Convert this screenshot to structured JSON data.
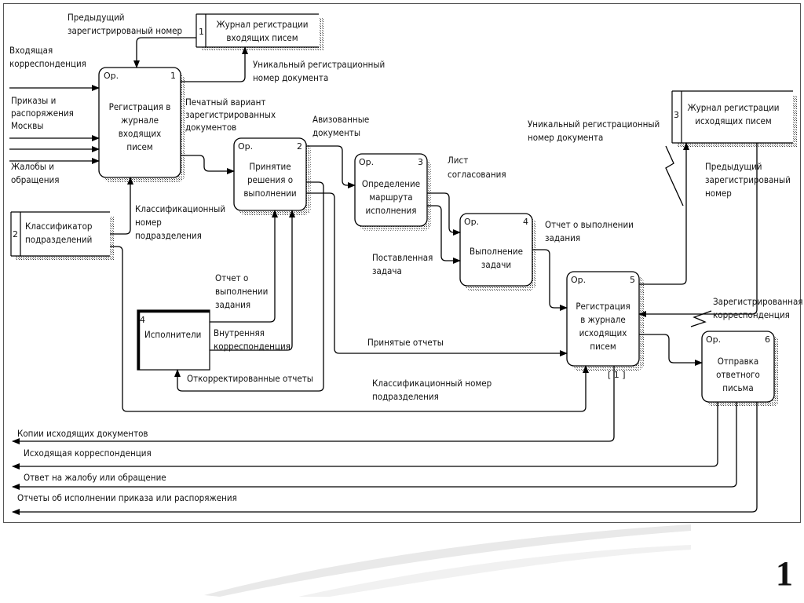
{
  "slide_number": "1",
  "processes": {
    "p1": {
      "label": "Ор.",
      "num": "1",
      "text": [
        "Регистрация в",
        "журнале",
        "входящих",
        "писем"
      ]
    },
    "p2": {
      "label": "Ор.",
      "num": "2",
      "text": [
        "Принятие",
        "решения о",
        "выполнении"
      ]
    },
    "p3": {
      "label": "Ор.",
      "num": "3",
      "text": [
        "Определение",
        "маршрута",
        "исполнения"
      ]
    },
    "p4": {
      "label": "Ор.",
      "num": "4",
      "text": [
        "Выполнение",
        "задачи"
      ]
    },
    "p5": {
      "label": "Ор.",
      "num": "5",
      "text": [
        "Регистрация",
        "в журнале",
        "исходящих",
        "писем"
      ],
      "mark": "[ 1 ]"
    },
    "p6": {
      "label": "Ор.",
      "num": "6",
      "text": [
        "Отправка",
        "ответного",
        "письма"
      ]
    }
  },
  "stores": {
    "s1": {
      "num": "1",
      "text": [
        "Журнал регистрации",
        "входящих писем"
      ]
    },
    "s2": {
      "num": "2",
      "text": [
        "Классификатор",
        "подразделений"
      ]
    },
    "s3": {
      "num": "3",
      "text": [
        "Журнал регистрации",
        "исходящих писем"
      ]
    }
  },
  "external": {
    "e4": {
      "num": "4",
      "text": "Исполнители"
    }
  },
  "flows": {
    "prev_in_number": [
      "Предыдущий",
      "зарегистрированый номер"
    ],
    "incoming_corr": [
      "Входящая",
      "корреспонденция"
    ],
    "orders": [
      "Приказы и",
      "распоряжения",
      "Москвы"
    ],
    "complaints": [
      "Жалобы и",
      "обращения"
    ],
    "unique_in": [
      "Уникальный регистрационный",
      "номер документа"
    ],
    "printed": [
      "Печатный вариант",
      "зарегистрированных",
      "документов"
    ],
    "advised": [
      "Авизованные",
      "документы"
    ],
    "approval": [
      "Лист",
      "согласования"
    ],
    "class_num": [
      "Классификационный",
      "номер",
      "подразделения"
    ],
    "report_task": [
      "Отчет о выполнении",
      "задания"
    ],
    "set_task": [
      "Поставленная",
      "задача"
    ],
    "report_exec": [
      "Отчет о",
      "выполнении",
      "задания"
    ],
    "internal": [
      "Внутренняя",
      "корреспонденция"
    ],
    "accepted": "Принятые отчеты",
    "corrected": "Откорректированные отчеты",
    "class_num2": [
      "Классификационный номер",
      "подразделения"
    ],
    "unique_out": [
      "Уникальный регистрационный",
      "номер документа"
    ],
    "prev_out_number": [
      "Предыдущий",
      "зарегистрированый",
      "номер"
    ],
    "registered_corr": [
      "Зарегистрированная",
      "корреспонденция"
    ],
    "out_copies": "Копии исходящих документов",
    "out_corr": "Исходящая корреспонденция",
    "out_answer": "Ответ на жалобу или обращение",
    "out_reports": "Отчеты об исполнении приказа или распоряжения"
  }
}
